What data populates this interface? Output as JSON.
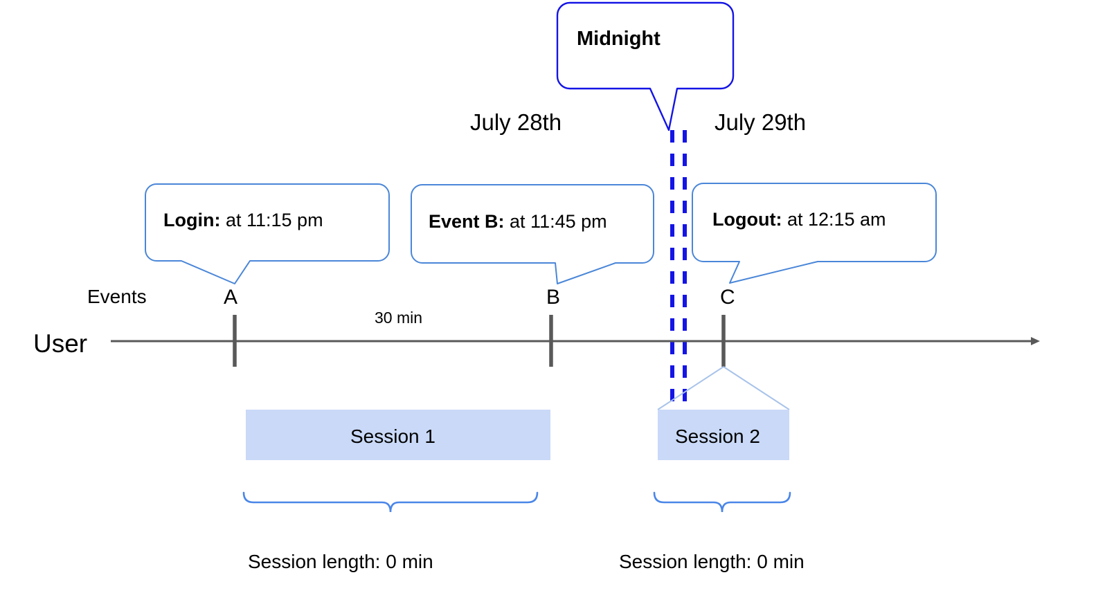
{
  "diagram": {
    "title_callout": {
      "label": "Midnight"
    },
    "day_labels": [
      {
        "name": "day-left",
        "text": "July 28th"
      },
      {
        "name": "day-right",
        "text": "July 29th"
      }
    ],
    "axis": {
      "row_label": "User",
      "events_label": "Events",
      "gap_label": "30 min"
    },
    "events": [
      {
        "key": "A",
        "tick_label": "A",
        "callout_bold": "Login:",
        "callout_rest": " at 11:15 pm"
      },
      {
        "key": "B",
        "tick_label": "B",
        "callout_bold": "Event B:",
        "callout_rest": " at 11:45 pm"
      },
      {
        "key": "C",
        "tick_label": "C",
        "callout_bold": "Logout:",
        "callout_rest": " at 12:15 am"
      }
    ],
    "sessions": [
      {
        "bar_label": "Session 1",
        "length_label": "Session length: 0 min"
      },
      {
        "bar_label": "Session 2",
        "length_label": "Session length: 0 min"
      }
    ],
    "colors": {
      "midnight_border": "#1414e6",
      "midnight_dashed": "#1414e6",
      "callout_border": "#4a86d8",
      "brace": "#4a86e8",
      "session_fill": "#c9d9f7",
      "session_leader": "#a8c3ea",
      "axis": "#595959",
      "tick": "#595959"
    }
  }
}
